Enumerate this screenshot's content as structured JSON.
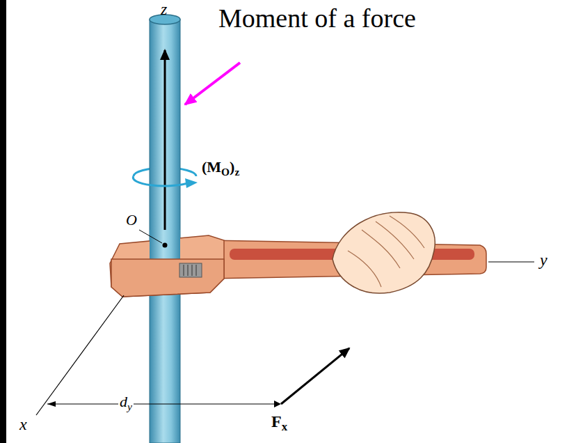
{
  "diagram": {
    "labels": [
      "z",
      "Moment of a force",
      "(MO)z",
      "O",
      "y",
      "x",
      "dy",
      "Fx"
    ]
  }
}
